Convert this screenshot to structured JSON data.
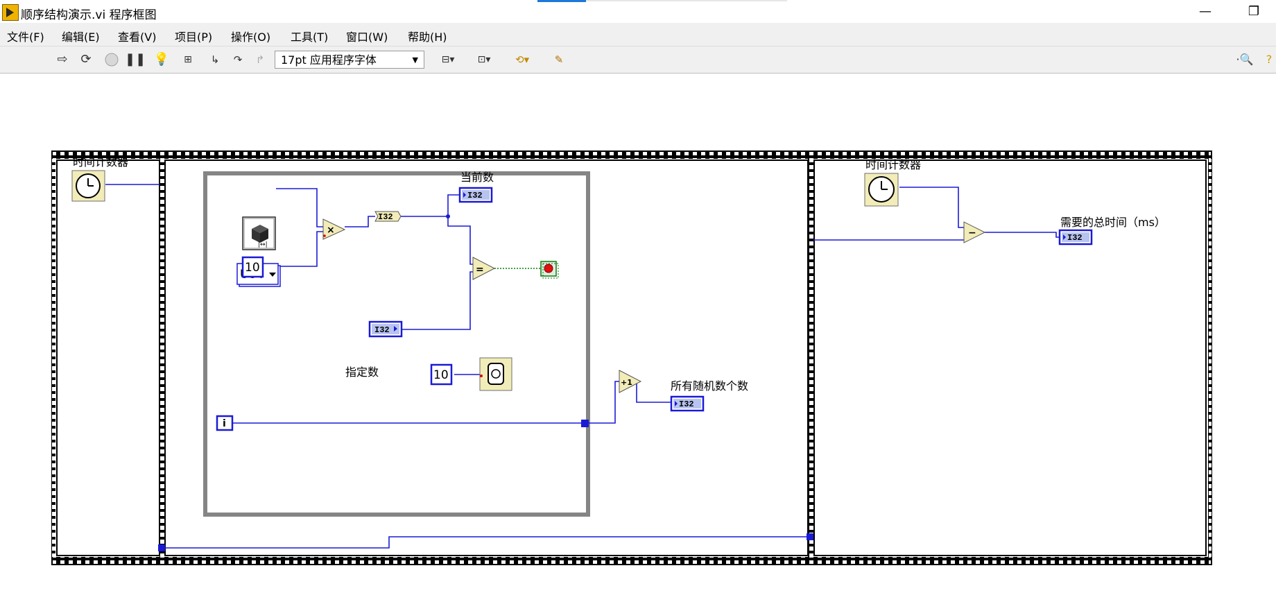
{
  "window": {
    "title": "顺序结构演示.vi 程序框图",
    "minimize_glyph": "—",
    "restore_glyph": "❐"
  },
  "menu": [
    {
      "label": "文件(F)"
    },
    {
      "label": "编辑(E)"
    },
    {
      "label": "查看(V)"
    },
    {
      "label": "项目(P)"
    },
    {
      "label": "操作(O)"
    },
    {
      "label": "工具(T)"
    },
    {
      "label": "窗口(W)"
    },
    {
      "label": "帮助(H)"
    }
  ],
  "toolbar": {
    "font_value": "17pt 应用程序字体",
    "icons": [
      "run-icon",
      "run-continuously-icon",
      "abort-icon",
      "pause-icon",
      "highlight-execution-icon",
      "retain-wire-values-icon",
      "step-into-icon",
      "step-over-icon",
      "step-out-icon",
      "align-objects-icon",
      "distribute-objects-icon",
      "reorder-icon",
      "clean-up-diagram-icon",
      "search-icon",
      "help-icon"
    ]
  },
  "diagram": {
    "frame1": {
      "timer_label": "时间计数器"
    },
    "frame2": {
      "current_label": "当前数",
      "current_type": "I32",
      "convert_type": "I32",
      "u64_value": "U64",
      "multiplier_const": "10",
      "target_label": "指定数",
      "target_type": "I32",
      "wait_const": "10",
      "iteration_glyph": "i",
      "count_label": "所有随机数个数",
      "count_type": "I32",
      "multiply_glyph": "×",
      "equal_glyph": "=",
      "increment_glyph": "+1"
    },
    "frame3": {
      "timer_label": "时间计数器",
      "total_label": "需要的总时间（ms）",
      "total_type": "I32",
      "subtract_glyph": "−"
    },
    "colors": {
      "wire": "#1a1ad6",
      "bool_wire": "#0a7a0a",
      "frame": "#000000",
      "loop_border": "#8a8a8a",
      "node_fill": "#f2ecb8"
    }
  }
}
